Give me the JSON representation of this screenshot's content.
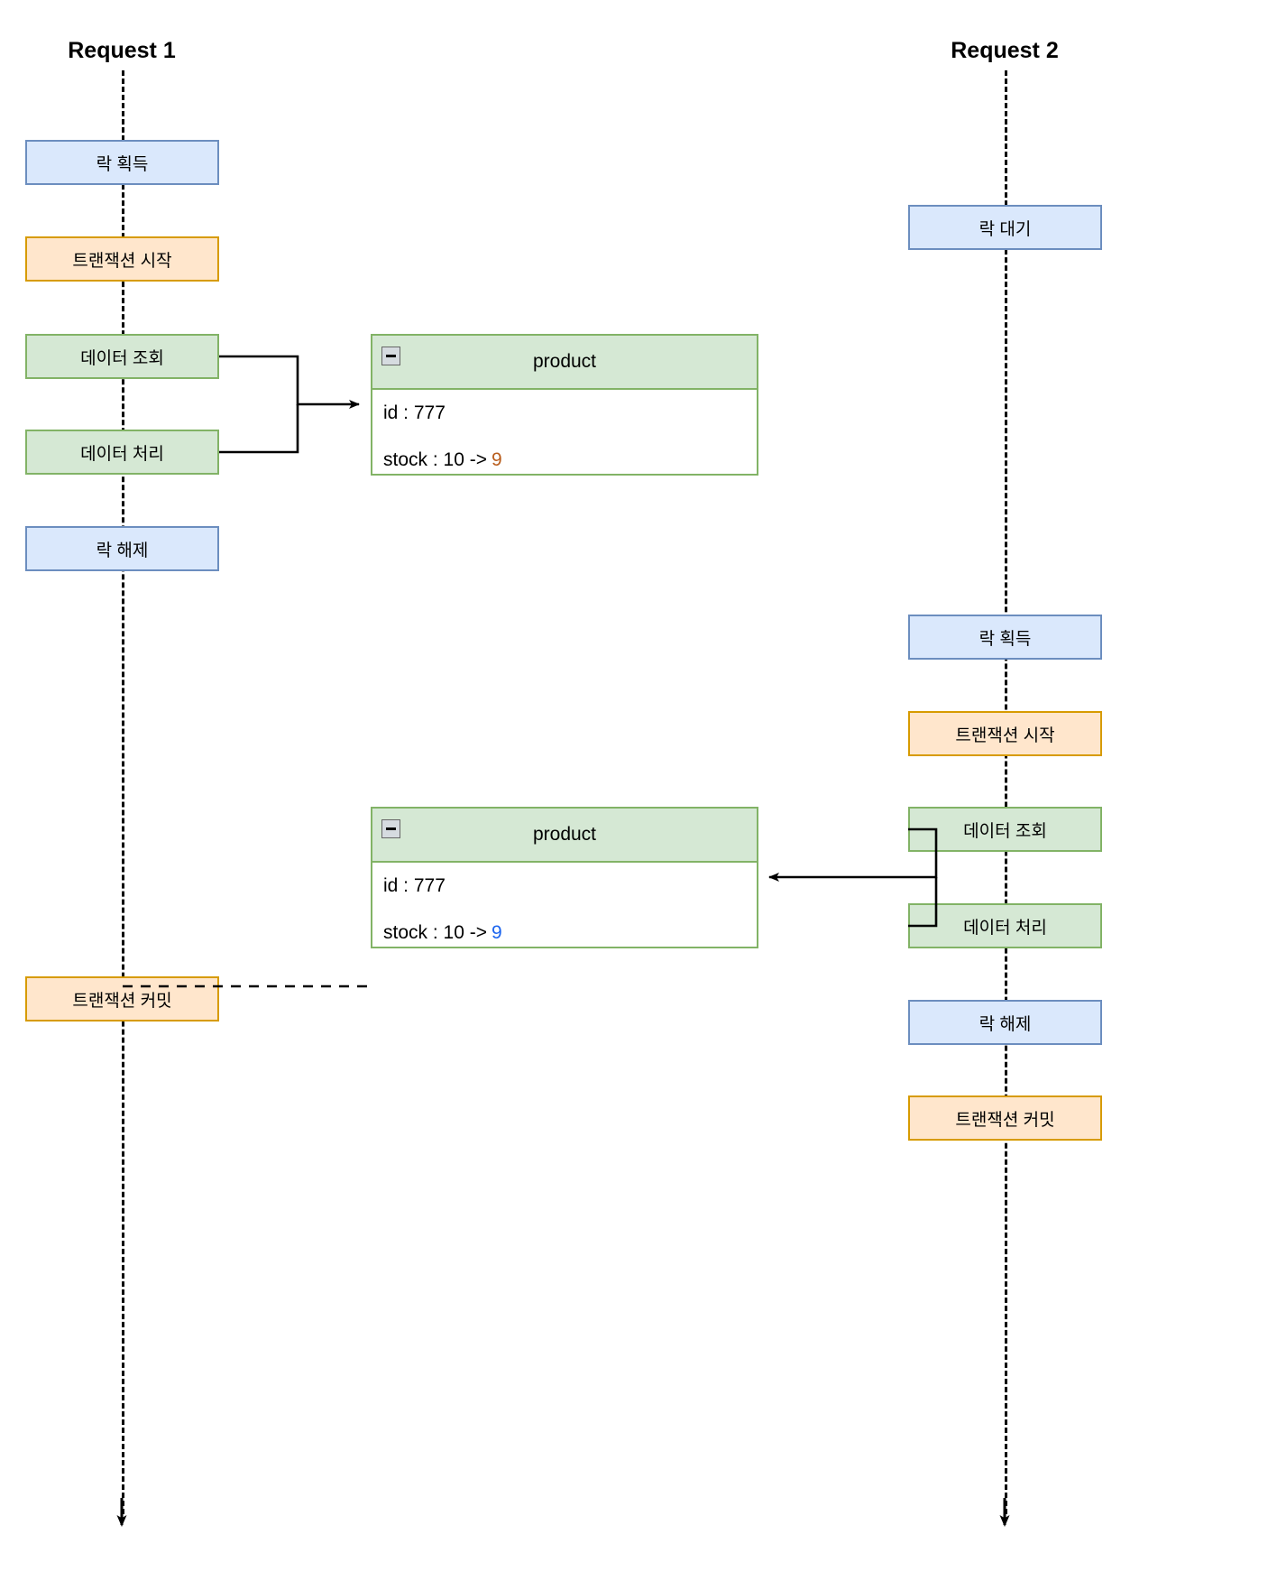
{
  "diagram": {
    "title_left": "Request 1",
    "title_right": "Request 2",
    "colors": {
      "lock_fill": "#dae8fc",
      "lock_stroke": "#6c8ebf",
      "transaction_fill": "#ffe6cc",
      "transaction_stroke": "#d79b00",
      "data_fill": "#d5e8d4",
      "data_stroke": "#82b366",
      "value_changed_request1": "#b85c1b",
      "value_changed_request2": "#1a63ee"
    }
  },
  "request1": {
    "title": "Request 1",
    "steps": [
      {
        "label": "락 획득",
        "kind": "lock"
      },
      {
        "label": "트랜잭션 시작",
        "kind": "transaction"
      },
      {
        "label": "데이터 조회",
        "kind": "data"
      },
      {
        "label": "데이터 처리",
        "kind": "data"
      },
      {
        "label": "락 해제",
        "kind": "lock"
      },
      {
        "label": "트랜잭션 커밋",
        "kind": "transaction"
      }
    ]
  },
  "request2": {
    "title": "Request 2",
    "steps": [
      {
        "label": "락 대기",
        "kind": "lock"
      },
      {
        "label": "락 획득",
        "kind": "lock"
      },
      {
        "label": "트랜잭션 시작",
        "kind": "transaction"
      },
      {
        "label": "데이터 조회",
        "kind": "data"
      },
      {
        "label": "데이터 처리",
        "kind": "data"
      },
      {
        "label": "락 해제",
        "kind": "lock"
      },
      {
        "label": "트랜잭션 커밋",
        "kind": "transaction"
      }
    ]
  },
  "entity_top": {
    "name": "product",
    "id_label": "id : 777",
    "stock_prefix": "stock : 10 ->",
    "stock_value": "9",
    "collapse_icon": "minus-icon"
  },
  "entity_bottom": {
    "name": "product",
    "id_label": "id : 777",
    "stock_prefix": "stock : 10 ->",
    "stock_value": "9",
    "collapse_icon": "minus-icon"
  }
}
